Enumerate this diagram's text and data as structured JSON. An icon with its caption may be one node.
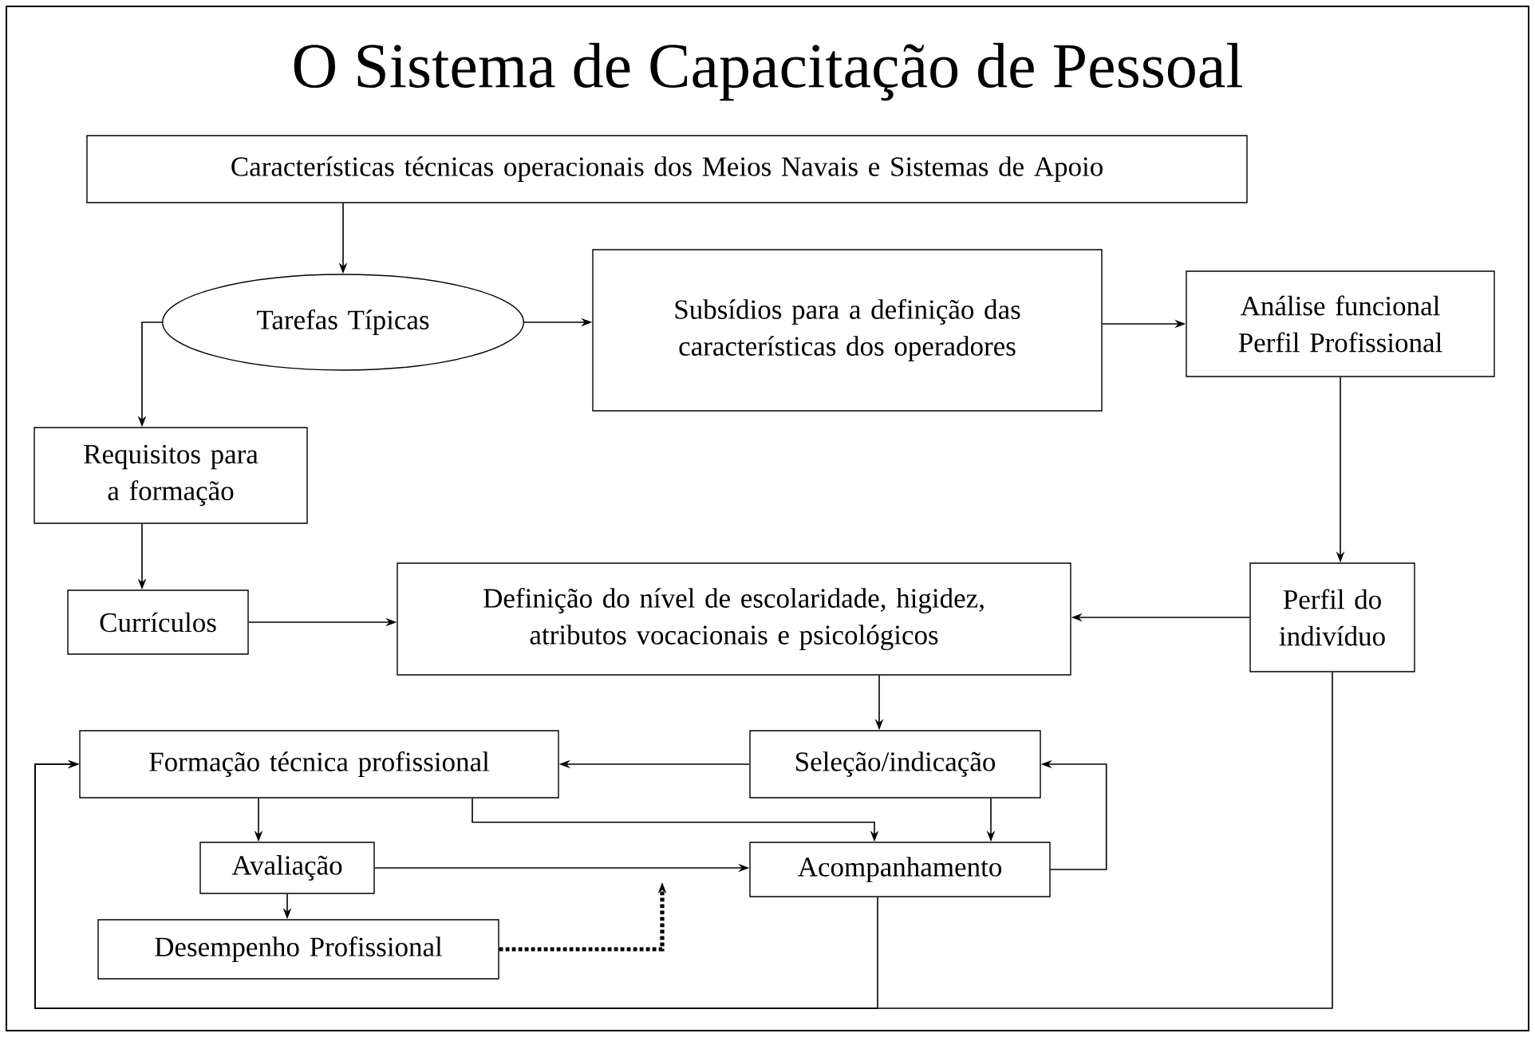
{
  "diagram": {
    "title": "O Sistema de Capacitação de Pessoal",
    "nodes": [
      {
        "text": [
          "Características técnicas operacionais dos Meios Navais e Sistemas de Apoio"
        ]
      },
      {
        "text": [
          "Tarefas Típicas"
        ]
      },
      {
        "text": [
          "Subsídios para a definição das características dos operadores"
        ]
      },
      {
        "text": [
          "Análise funcional Perfil Profissional"
        ]
      },
      {
        "text": [
          "Requisitos para a formação"
        ]
      },
      {
        "text": [
          "Currículos"
        ]
      },
      {
        "text": [
          "Definição do nível de escolaridade, higidez, atributos vocacionais e psicológicos"
        ]
      },
      {
        "text": [
          "Perfil do indivíduo"
        ]
      },
      {
        "text": [
          "Formação técnica profissional"
        ]
      },
      {
        "text": [
          "Seleção/indicação"
        ]
      },
      {
        "text": [
          "Avaliação"
        ]
      },
      {
        "text": [
          "Acompanhamento"
        ]
      },
      {
        "text": [
          "Desempenho Profissional"
        ]
      }
    ],
    "edges": [
      {
        "from": 0,
        "to": 1,
        "arrow": "to"
      },
      {
        "from": 1,
        "to": 2,
        "arrow": "to"
      },
      {
        "from": 2,
        "to": 3,
        "arrow": "to"
      },
      {
        "from": 1,
        "to": 4,
        "arrow": "to"
      },
      {
        "from": 4,
        "to": 5,
        "arrow": "to"
      },
      {
        "from": 5,
        "to": 6,
        "arrow": "to"
      },
      {
        "from": 3,
        "to": 7,
        "arrow": "to"
      },
      {
        "from": 7,
        "to": 6,
        "arrow": "to"
      },
      {
        "from": 6,
        "to": 9,
        "arrow": "to"
      },
      {
        "from": 9,
        "to": 8,
        "arrow": "to"
      },
      {
        "from": 9,
        "to": 11,
        "arrow": "to"
      },
      {
        "from": 8,
        "to": 11,
        "arrow": "to"
      },
      {
        "from": 11,
        "to": 9,
        "arrow": "to"
      },
      {
        "from": 8,
        "to": 10,
        "arrow": "to"
      },
      {
        "from": 10,
        "to": 11,
        "arrow": "to"
      },
      {
        "from": 10,
        "to": 12,
        "arrow": "to"
      },
      {
        "from": 12,
        "to": null,
        "arrow": "to",
        "style": "dashed"
      },
      {
        "from": 7,
        "to": 8,
        "arrow": "to"
      },
      {
        "from": 11,
        "to": 8,
        "arrow": "to"
      }
    ]
  }
}
